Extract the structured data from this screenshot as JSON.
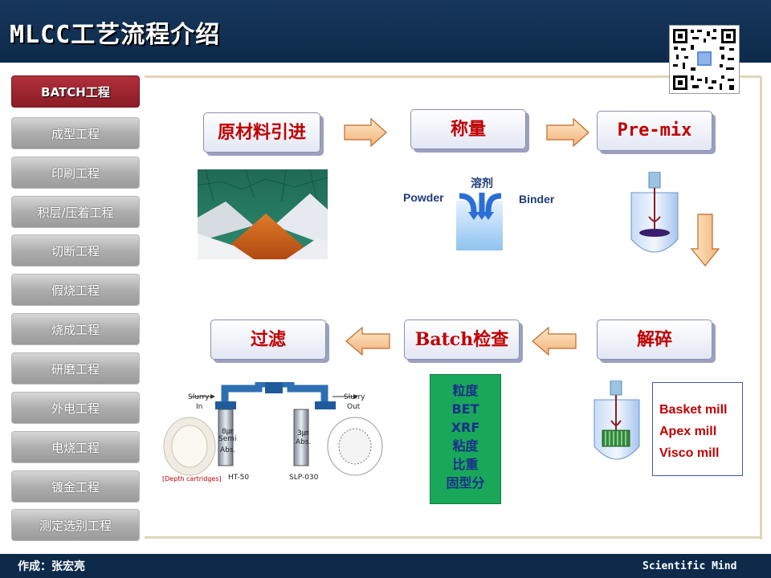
{
  "header": {
    "title": "MLCC工艺流程介绍"
  },
  "sidebar": {
    "items": [
      {
        "label": "BATCH工程",
        "active": true
      },
      {
        "label": "成型工程"
      },
      {
        "label": "印刷工程"
      },
      {
        "label": "积层/压着工程"
      },
      {
        "label": "切断工程"
      },
      {
        "label": "假烧工程"
      },
      {
        "label": "烧成工程"
      },
      {
        "label": "研磨工程"
      },
      {
        "label": "外电工程"
      },
      {
        "label": "电烧工程"
      },
      {
        "label": "镀金工程"
      },
      {
        "label": "测定选别工程"
      }
    ]
  },
  "flow": {
    "raw_material": "原材料引进",
    "weighing": "称量",
    "premix": "Pre-mix",
    "crushing": "解碎",
    "batch_check": "Batch检查",
    "filtering": "过滤"
  },
  "weighing_labels": {
    "powder": "Powder",
    "solvent": "溶剂",
    "binder": "Binder"
  },
  "check_items": [
    "粒度",
    "BET",
    "XRF",
    "粘度",
    "比重",
    "固型分"
  ],
  "mills": [
    "Basket mill",
    "Apex mill",
    "Visco mill"
  ],
  "filter_labels": {
    "slurry_in": "Slurry",
    "slurry_in_2": "In",
    "slurry_out": "Slurry",
    "slurry_out_2": "Out",
    "filter1_a": "8㎛",
    "filter1_b": "Semi",
    "filter1_c": "Abs.",
    "filter2_a": "3㎛",
    "filter2_b": "Abs.",
    "depth": "[Depth cartridges]",
    "model1": "HT-50",
    "model2": "SLP-030"
  },
  "footer": {
    "author": "作成：张宏亮",
    "brand": "Scientific Mind"
  },
  "colors": {
    "header": "#0d2a4a",
    "accent": "#c00000",
    "sidebar_active": "#8a1c26",
    "check_box": "#19a85a"
  }
}
